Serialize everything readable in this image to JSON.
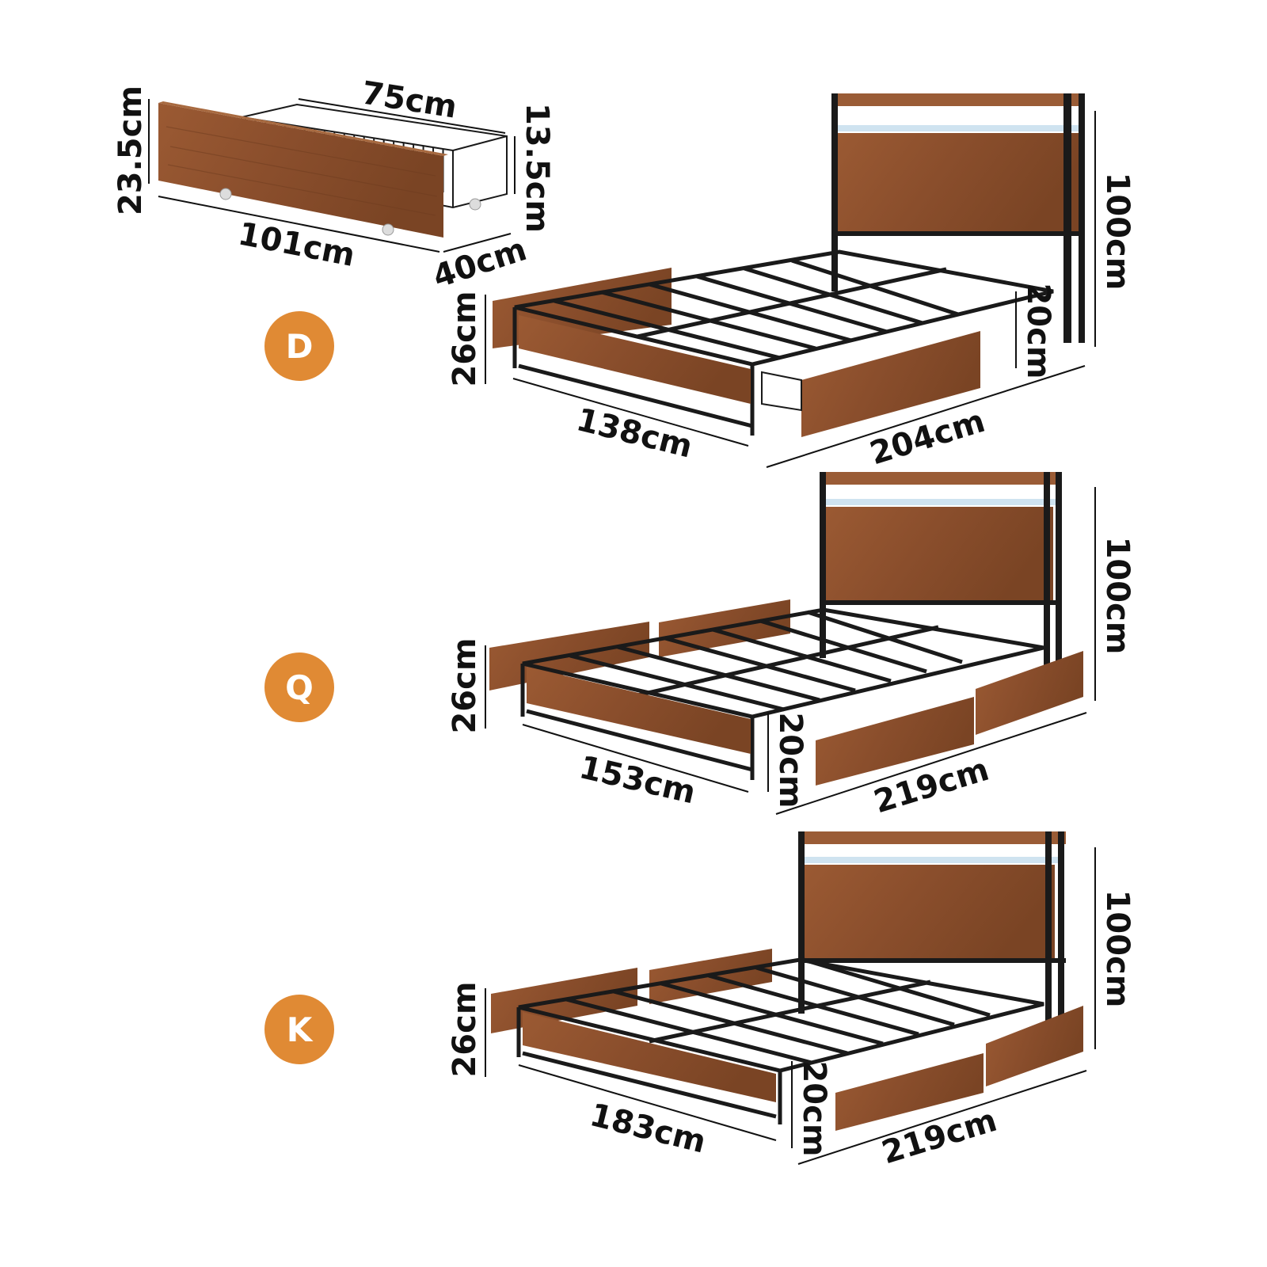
{
  "colors": {
    "badge": "#E08A34",
    "wood": "#8E5230",
    "wood_dark": "#6E3C1F",
    "metal": "#1A1A1A",
    "led": "#CFE3F0"
  },
  "drawer": {
    "length": "75cm",
    "height": "23.5cm",
    "inner_height": "13.5cm",
    "front_width": "101cm",
    "depth": "40cm"
  },
  "sizes": [
    {
      "badge": "D",
      "height": "26cm",
      "headboard": "100cm",
      "clearance": "20cm",
      "width": "138cm",
      "length": "204cm"
    },
    {
      "badge": "Q",
      "height": "26cm",
      "headboard": "100cm",
      "clearance": "20cm",
      "width": "153cm",
      "length": "219cm"
    },
    {
      "badge": "K",
      "height": "26cm",
      "headboard": "100cm",
      "clearance": "20cm",
      "width": "183cm",
      "length": "219cm"
    }
  ]
}
